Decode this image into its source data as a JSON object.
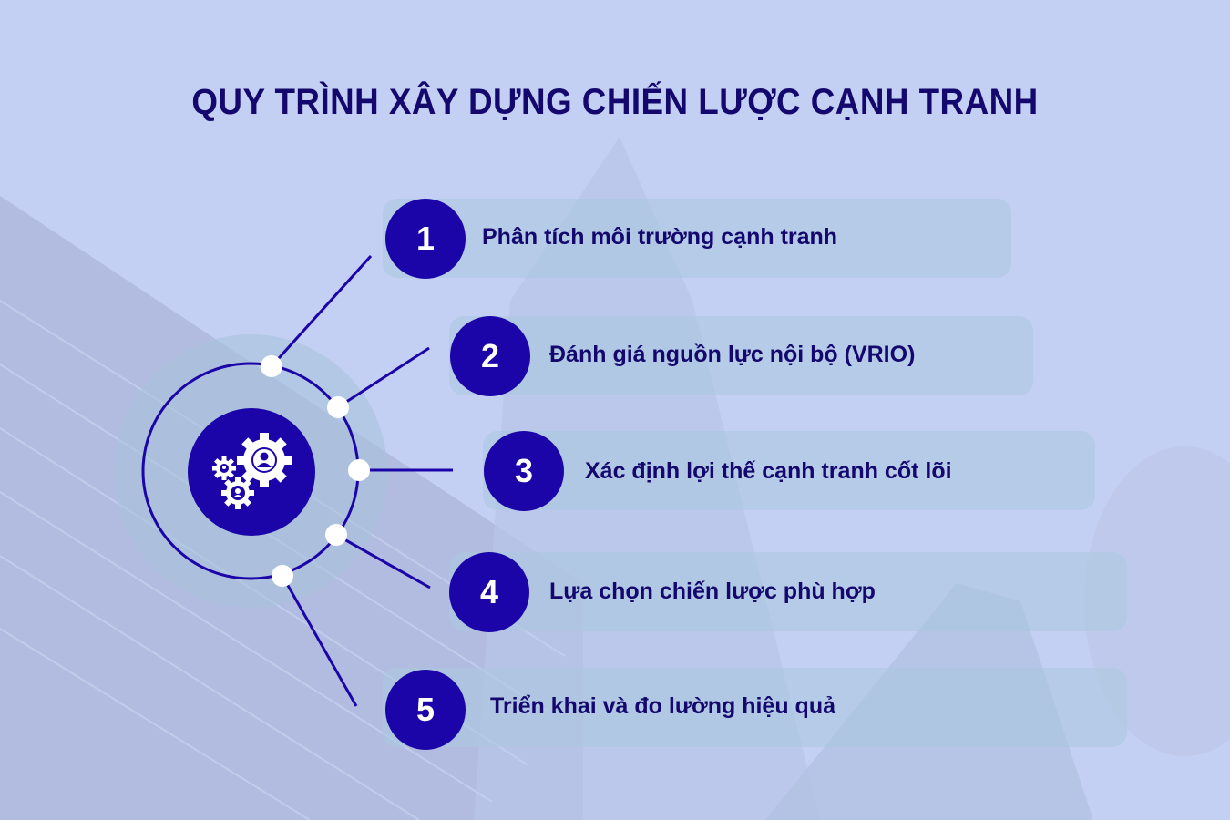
{
  "title": "QUY TRÌNH XÂY DỰNG CHIẾN LƯỢC CẠNH TRANH",
  "colors": {
    "background": "#c4cff4",
    "title": "#14086e",
    "accent": "#1b04a8",
    "box": "#aac8de",
    "node": "#ffffff"
  },
  "center": {
    "icon": "gears-people-icon"
  },
  "steps": [
    {
      "number": "1",
      "label": "Phân tích môi trường cạnh tranh"
    },
    {
      "number": "2",
      "label": "Đánh giá nguồn lực nội bộ (VRIO)"
    },
    {
      "number": "3",
      "label": "Xác định lợi thế cạnh tranh cốt lõi"
    },
    {
      "number": "4",
      "label": "Lựa chọn chiến lược phù hợp"
    },
    {
      "number": "5",
      "label": "Triển khai và đo lường hiệu quả"
    }
  ]
}
